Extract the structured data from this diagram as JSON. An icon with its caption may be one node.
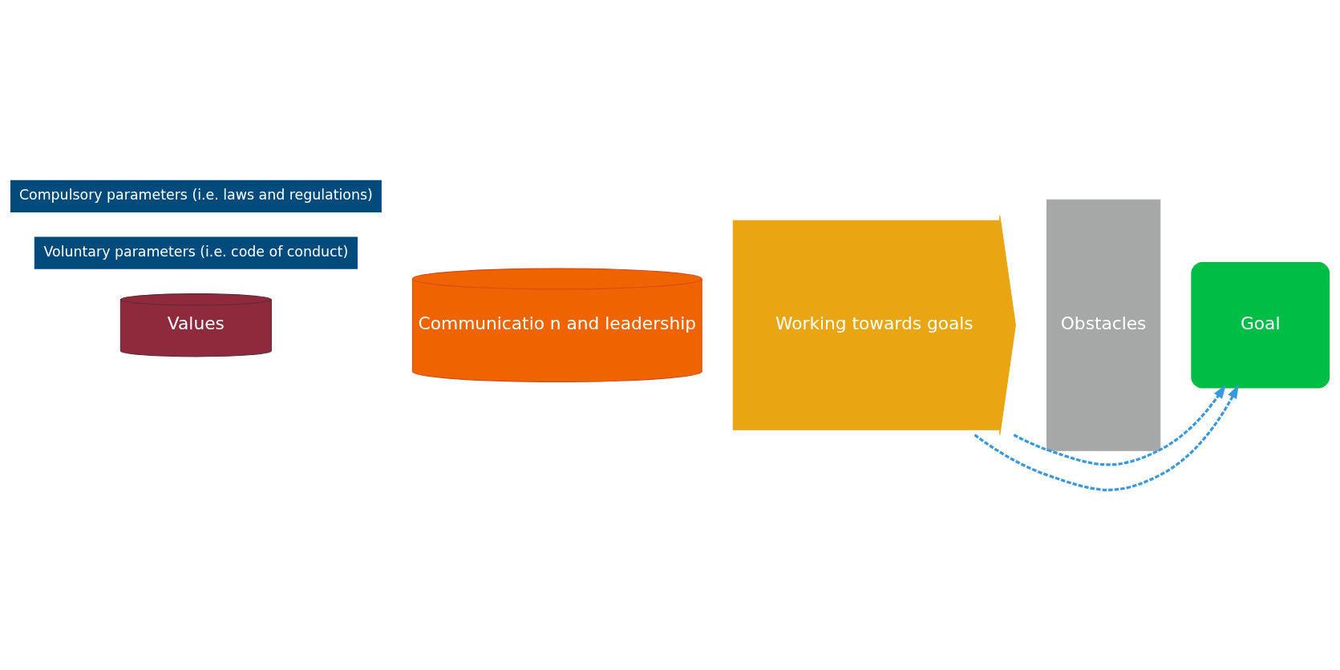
{
  "diagram": {
    "nodes": [
      {
        "text": [
          "Compulsory parameters (i.e. laws and regulations)"
        ]
      },
      {
        "text": [
          "Voluntary parameters (i.e. code of conduct)"
        ]
      },
      {
        "text": [
          "Values"
        ]
      },
      {
        "text": [
          "Communicatio n and leadership"
        ]
      },
      {
        "text": [
          "Working towards goals"
        ]
      },
      {
        "text": [
          "Obstacles"
        ]
      },
      {
        "text": [
          "Goal"
        ]
      }
    ],
    "edges": [
      {
        "from": 4,
        "to": 6,
        "arrow": "to",
        "style": "dashed",
        "color": "#3a99dc"
      },
      {
        "from": 4,
        "to": 6,
        "arrow": "to",
        "style": "dashed",
        "color": "#3a99dc"
      }
    ]
  }
}
